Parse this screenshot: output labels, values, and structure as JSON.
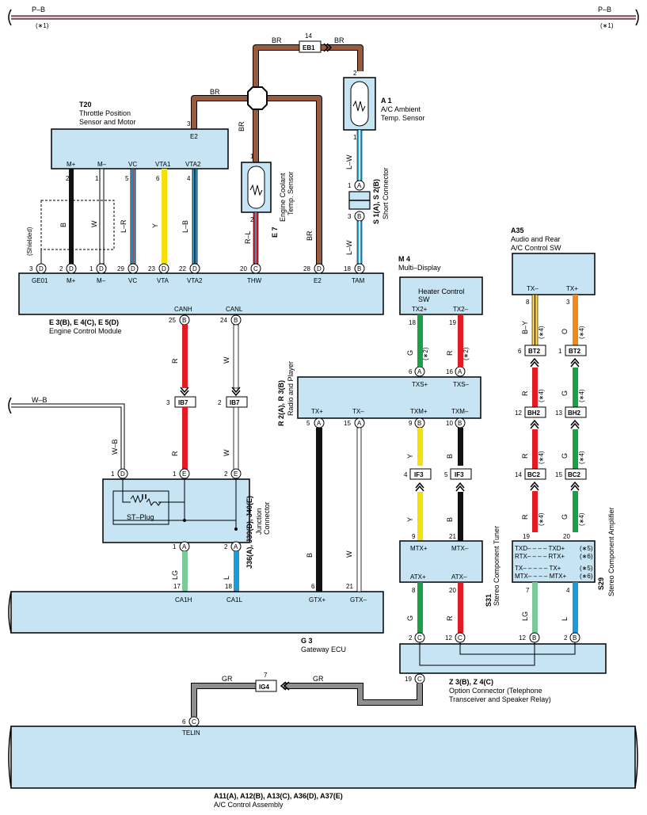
{
  "top_wire": {
    "left_label": "P–B",
    "right_label": "P–B",
    "left_note": "(∗1)",
    "right_note": "(∗1)"
  },
  "components": {
    "t20": {
      "code": "T20",
      "name1": "Throttle Position",
      "name2": "Sensor and Motor",
      "pins": [
        "M+",
        "M–",
        "VC",
        "VTA1",
        "VTA2",
        "E2"
      ]
    },
    "e7": {
      "code": "E 7",
      "name1": "Engine Coolant",
      "name2": "Temp. Sensor"
    },
    "a1": {
      "code": "A 1",
      "name1": "A/C Ambient",
      "name2": "Temp. Sensor"
    },
    "s1": {
      "code": "S 1(A), S 2(B)",
      "name": "Short Connector"
    },
    "ecm": {
      "code": "E 3(B), E 4(C), E 5(D)",
      "name": "Engine Control Module",
      "pins": [
        "GE01",
        "M+",
        "M–",
        "VC",
        "VTA",
        "VTA2",
        "THW",
        "E2",
        "TAM",
        "CANH",
        "CANL"
      ]
    },
    "m4": {
      "code": "M 4",
      "name": "Multi–Display",
      "sub1": "Heater Control",
      "sub2": "SW",
      "pins": [
        "TX2+",
        "TX2–"
      ]
    },
    "a35": {
      "code": "A35",
      "name1": "Audio and Rear",
      "name2": "A/C Control SW",
      "pins": [
        "TX–",
        "TX+"
      ]
    },
    "r2": {
      "code": "R 2(A), R 3(B)",
      "name": "Radio and Player",
      "pins": [
        "TXS+",
        "TXS–",
        "TX+",
        "TX–",
        "TXM+",
        "TXM–"
      ]
    },
    "j36": {
      "code": "J36(A), J39(D), J40(E)",
      "name1": "Junction",
      "name2": "Connector",
      "plug": "ST–Plug"
    },
    "s31": {
      "code": "S31",
      "name": "Stereo Component Tuner",
      "pins": [
        "MTX+",
        "MTX–",
        "ATX+",
        "ATX–"
      ]
    },
    "s29": {
      "code": "S29",
      "name": "Stereo Component Amplifier",
      "rows": [
        "TXD– – – – TXD+",
        "RTX– – – – RTX+",
        "TX– – – – – TX+",
        "MTX– – – – MTX+"
      ],
      "notes": [
        "(∗5)",
        "(∗6)",
        "(∗5)",
        "(∗6)"
      ]
    },
    "g3": {
      "code": "G 3",
      "name": "Gateway ECU",
      "pins": [
        "CA1H",
        "CA1L",
        "GTX+",
        "GTX–"
      ]
    },
    "z3": {
      "code": "Z 3(B), Z 4(C)",
      "name1": "Option Connector (Telephone",
      "name2": "Transceiver and Speaker Relay)"
    },
    "a11": {
      "code": "A11(A), A12(B), A13(C), A36(D), A37(E)",
      "name": "A/C Control Assembly",
      "pin": "TELIN"
    }
  },
  "connectors": {
    "eb1": "EB1",
    "ib7": "IB7",
    "bt2": "BT2",
    "bh2": "BH2",
    "bc2": "BC2",
    "if3": "IF3",
    "ig4": "IG4"
  },
  "wire_colors": {
    "BR": "#9b5a3c",
    "B": "#111111",
    "W": "#ffffff",
    "LR": "#2aa7e0",
    "Y": "#f5e10a",
    "LB": "#2aa7e0",
    "RL": "#e31b23",
    "LW": "#2aa7e0",
    "R": "#e31b23",
    "G": "#1ba04a",
    "O": "#f08a1d",
    "BY": "#f5d35a",
    "LG": "#7cc99a",
    "L": "#1b9ad9",
    "GR": "#8e8e8e",
    "PB": "#e79ab9",
    "WB": "#ffffff"
  },
  "wire_labels": {
    "BR": "BR",
    "B": "B",
    "W": "W",
    "LR": "L–R",
    "Y": "Y",
    "LB": "L–B",
    "RL": "R–L",
    "LW": "L–W",
    "R": "R",
    "G": "G",
    "O": "O",
    "BY": "B–Y",
    "LG": "LG",
    "L": "L",
    "GR": "GR",
    "WB": "W–B",
    "shielded": "(Shielded)"
  },
  "notes": {
    "n2": "(∗2)",
    "n4": "(∗4)"
  }
}
